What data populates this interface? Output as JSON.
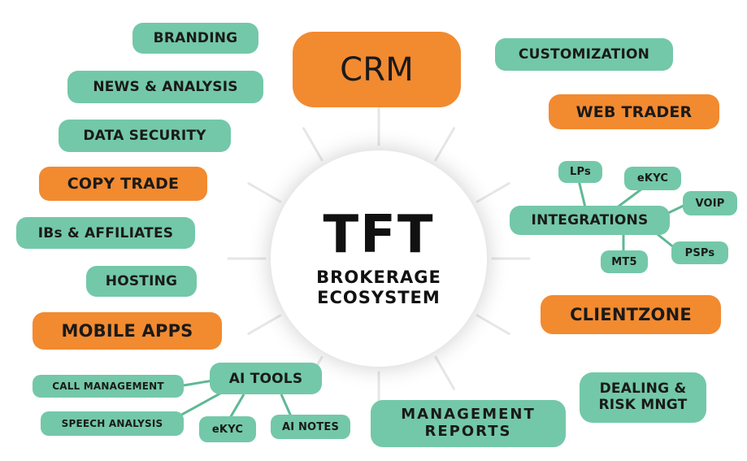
{
  "hub": {
    "title": "TFT",
    "subtitle_line1": "BROKERAGE",
    "subtitle_line2": "ECOSYSTEM"
  },
  "nodes": {
    "crm": "CRM",
    "branding": "BRANDING",
    "news_analysis": "NEWS & ANALYSIS",
    "data_security": "DATA SECURITY",
    "copy_trade": "COPY TRADE",
    "ibs_affiliates": "IBs & AFFILIATES",
    "hosting": "HOSTING",
    "mobile_apps": "MOBILE APPS",
    "customization": "CUSTOMIZATION",
    "web_trader": "WEB TRADER",
    "integrations": "INTEGRATIONS",
    "clientzone": "CLIENTZONE",
    "dealing_line1": "DEALING &",
    "dealing_line2": "RISK MNGT",
    "management_line1": "MANAGEMENT",
    "management_line2": "REPORTS",
    "ai_tools": "AI TOOLS"
  },
  "integrations_children": {
    "lps": "LPs",
    "ekyc": "eKYC",
    "voip": "VOIP",
    "psps": "PSPs",
    "mt5": "MT5"
  },
  "ai_tools_children": {
    "call_management": "CALL MANAGEMENT",
    "speech_analysis": "SPEECH ANALYSIS",
    "ekyc": "eKYC",
    "ai_notes": "AI NOTES"
  },
  "colors": {
    "green": "#73c8a9",
    "orange": "#f28a30",
    "link_green": "#5fb895",
    "text": "#1a1a1a"
  }
}
